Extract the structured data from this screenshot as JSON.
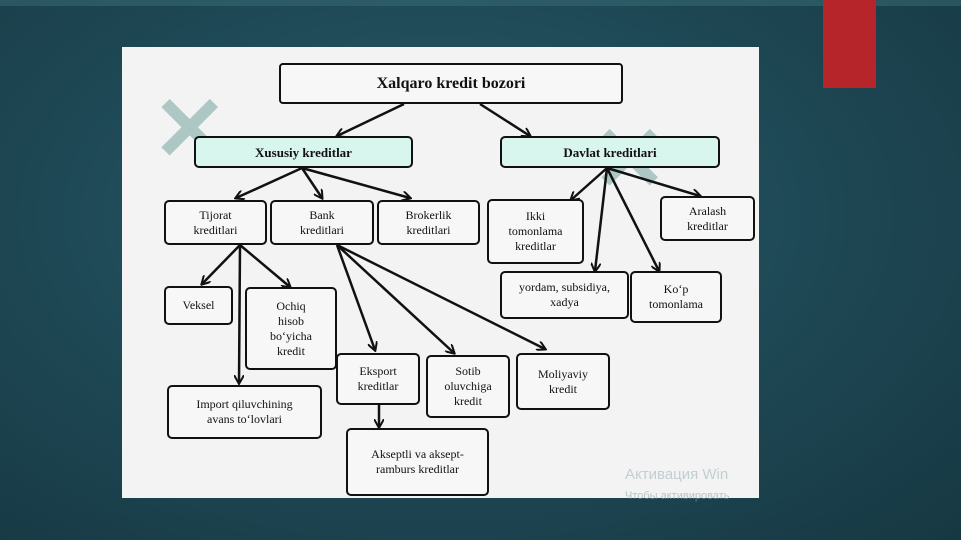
{
  "diagram": {
    "root": "Xalqaro kredit bozori",
    "left_branch": "Xususiy kreditlar",
    "right_branch": "Davlat kreditlari",
    "private": {
      "commercial": "Tijorat\nkreditlari",
      "bank": "Bank\nkreditlari",
      "brokerage": "Brokerlik\nkreditlari",
      "veksel": "Veksel",
      "open_account": "Ochiq\nhisob\nbo‘yicha\nkredit",
      "importer_advance": "Import qiluvchining\navans to‘lovlari",
      "export": "Eksport\nkreditlar",
      "buyer": "Sotib\noluvchiga\nkredit",
      "financial": "Moliyaviy\nkredit",
      "acceptance": "Akseptli va aksept-\nramburs kreditlar"
    },
    "state": {
      "bilateral": "Ikki\ntomonlama\nkreditlar",
      "mixed": "Aralash\nkreditlar",
      "aid": "yordam, subsidiya,\nxadya",
      "multilateral": "Ko‘p\ntomonlama"
    }
  },
  "overlay": {
    "activation_title": "Активация Win",
    "activation_sub": "Чтобы активировать"
  },
  "colors": {
    "accent_red": "#b5252a",
    "box_teal": "#d8f5ee",
    "background": "#1f4a57"
  }
}
